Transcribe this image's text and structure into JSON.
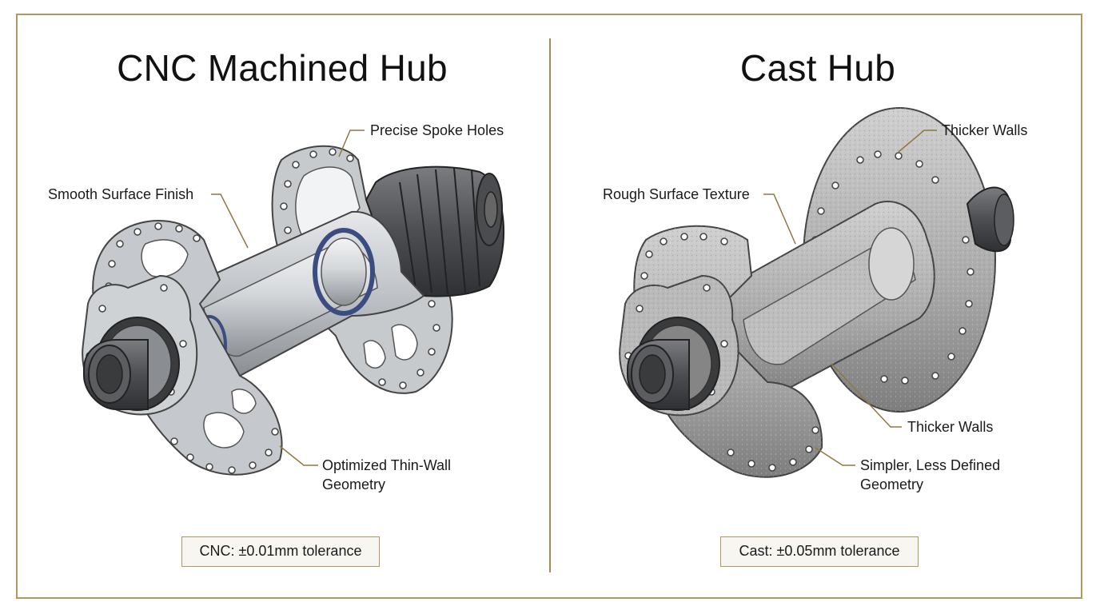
{
  "left_panel": {
    "title": "CNC Machined Hub",
    "callouts": {
      "spoke_holes": "Precise Spoke Holes",
      "surface": "Smooth Surface Finish",
      "geometry_line1": "Optimized Thin-Wall",
      "geometry_line2": "Geometry"
    },
    "tolerance": "CNC: ±0.01mm tolerance"
  },
  "right_panel": {
    "title": "Cast Hub",
    "callouts": {
      "walls_top": "Thicker Walls",
      "surface": "Rough Surface Texture",
      "walls_bottom": "Thicker Walls",
      "geometry_line1": "Simpler, Less Defined",
      "geometry_line2": "Geometry"
    },
    "tolerance": "Cast: ±0.05mm tolerance"
  },
  "colors": {
    "frame": "#b5965a",
    "cnc_metal": "#c9ccd0",
    "cast_metal": "#a9a9a9",
    "bearing_seal": "#3b4c80"
  }
}
